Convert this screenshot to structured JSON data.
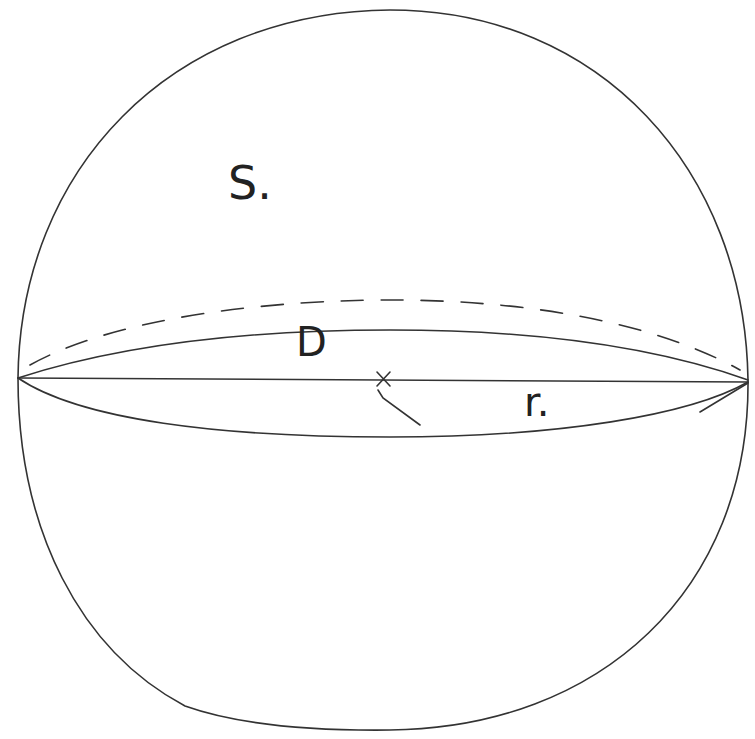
{
  "diagram": {
    "labels": [
      "S.",
      "D",
      "r."
    ]
  }
}
